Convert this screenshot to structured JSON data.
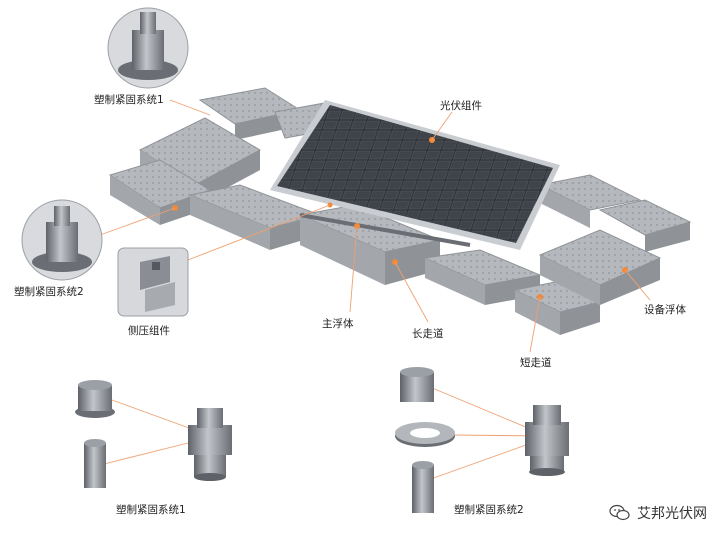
{
  "labels": {
    "pv_module": "光伏组件",
    "fastening_1_top": "塑制紧固系统1",
    "fastening_2_left": "塑制紧固系统2",
    "side_clamp": "侧压组件",
    "main_float": "主浮体",
    "long_walkway": "长走道",
    "short_walkway": "短走道",
    "equipment_float": "设备浮体",
    "fastening_1_bottom": "塑制紧固系统1",
    "fastening_2_bottom": "塑制紧固系统2"
  },
  "watermark": {
    "text": "艾邦光伏网",
    "icon": "wechat-icon"
  },
  "colors": {
    "float": "#b9bcc0",
    "float_dark": "#8f9398",
    "panel": "#3a3d42",
    "frame": "#c9ccd0",
    "leader": "#f0a070",
    "accent": "#f08a3a"
  }
}
